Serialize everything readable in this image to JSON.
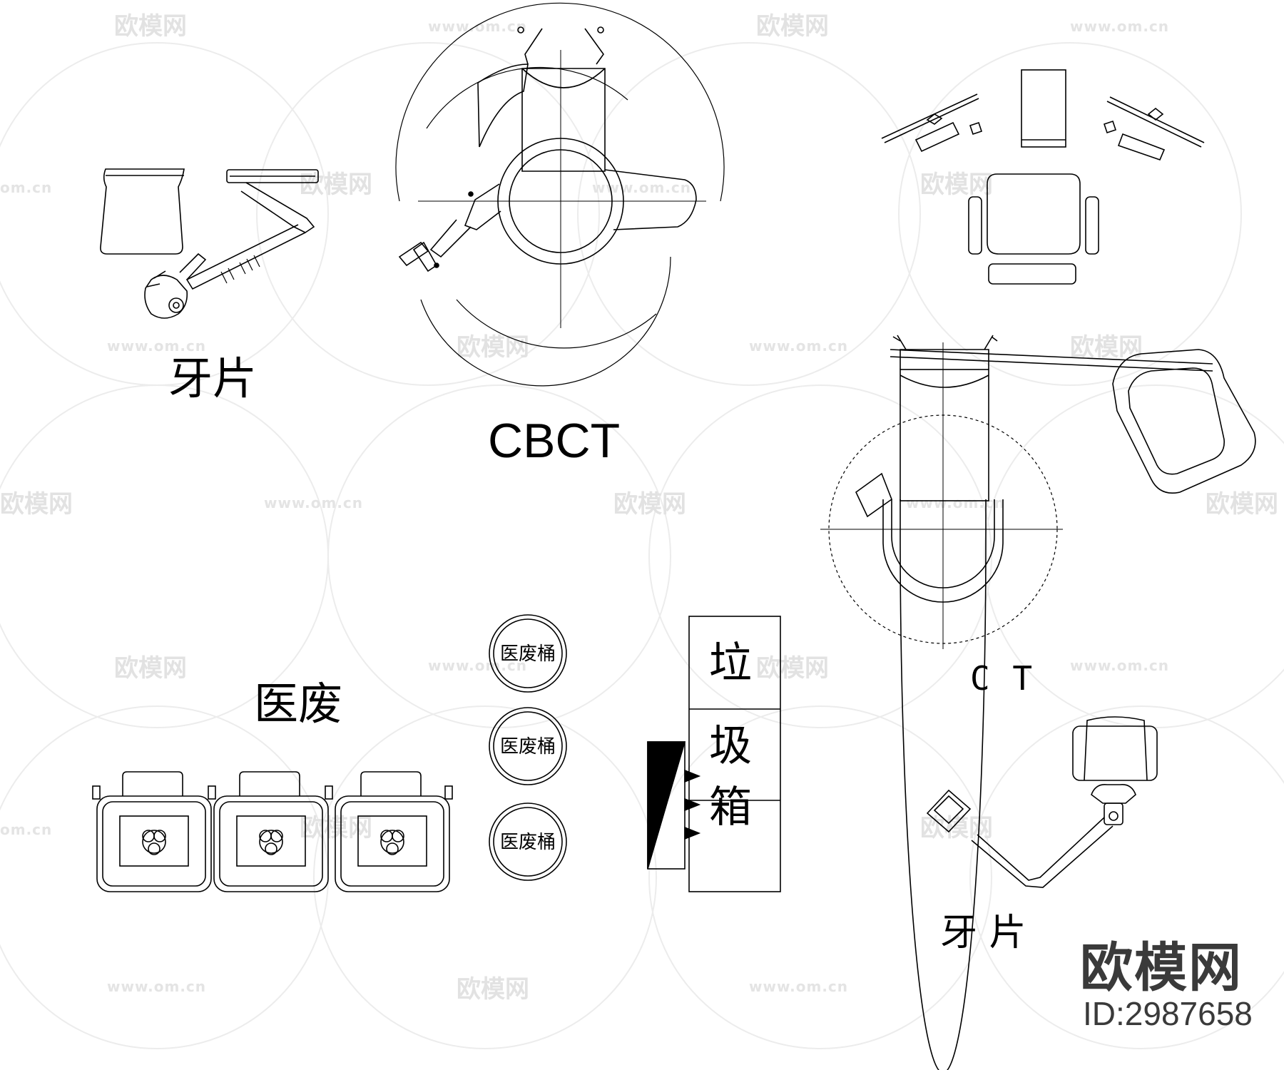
{
  "labels": {
    "dental_left": "牙片",
    "cbct": "CBCT",
    "ct": "C   T",
    "medical_waste": "医废",
    "dental_right": "牙 片"
  },
  "waste_bins": [
    "医废桶",
    "医废桶",
    "医废桶"
  ],
  "trash_box": [
    "垃",
    "圾",
    "箱"
  ],
  "watermark": {
    "brand": "欧模网",
    "id": "ID:2987658",
    "url": "www.om.cn",
    "short": "om.cn"
  },
  "colors": {
    "line": "#000000",
    "watermark": "#e2e2e2"
  }
}
